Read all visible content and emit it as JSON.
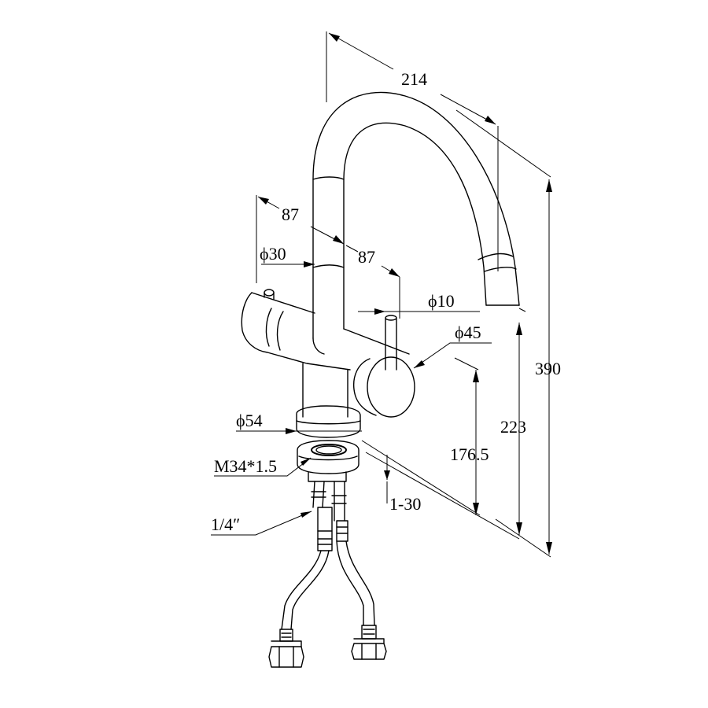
{
  "dimensions": {
    "spout_reach": "214",
    "body_width_left": "87",
    "body_width_right": "87",
    "cold_handle_dia": "ϕ30",
    "hot_lever_dia": "ϕ10",
    "hot_handle_dia": "ϕ45",
    "base_dia": "ϕ54",
    "thread": "M34*1.5",
    "mount_thickness": "1-30",
    "hose_connection": "1/4″",
    "total_height": "390",
    "spout_outlet_height": "223",
    "body_height": "176.5"
  }
}
